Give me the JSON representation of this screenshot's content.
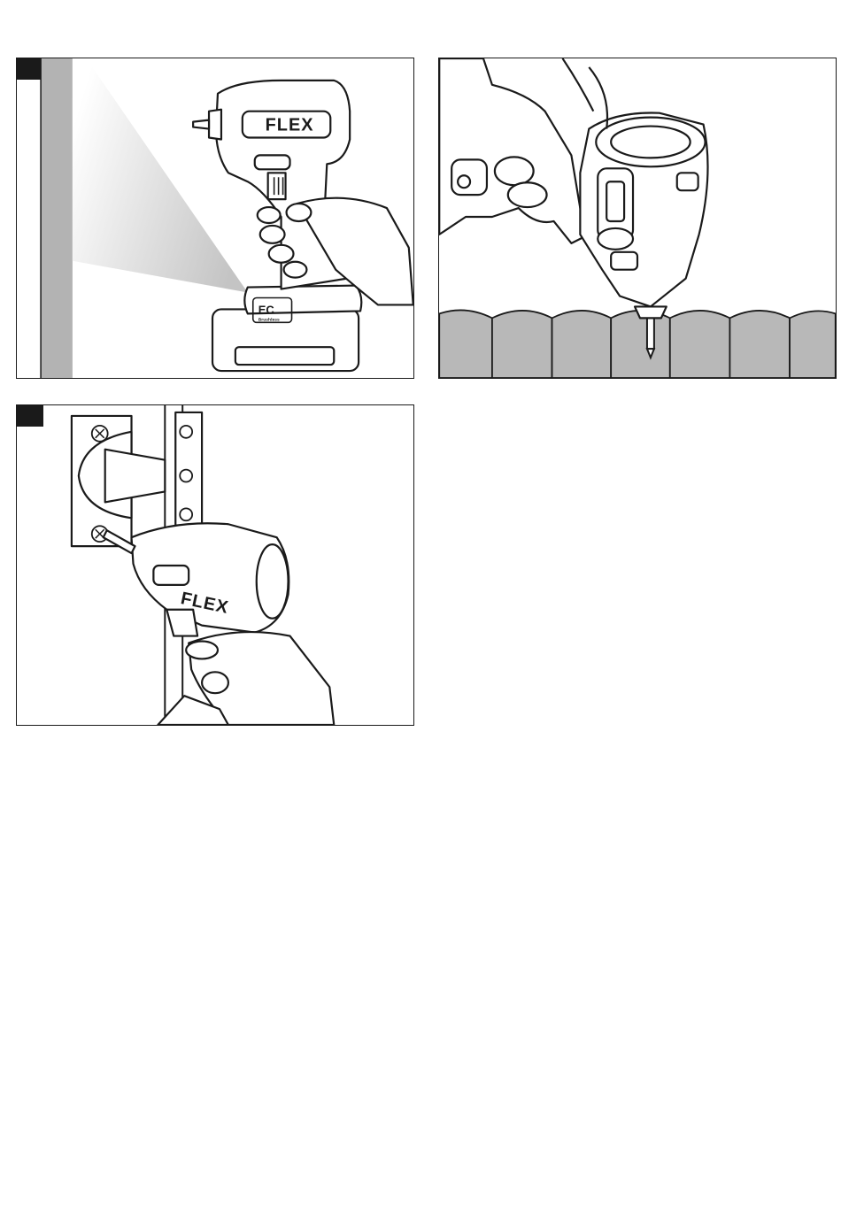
{
  "figures": [
    {
      "id": "fig1",
      "brand": "FLEX",
      "badge_main": "EC",
      "badge_sub": "Brushless"
    },
    {
      "id": "fig2"
    },
    {
      "id": "fig3",
      "brand": "FLEX"
    }
  ],
  "colors": {
    "line": "#1a1a1a",
    "tab": "#1a1a1a",
    "wall_grey": "#b3b3b3",
    "fence_grey": "#b8b8b8",
    "light_beam": "#cfcfcf"
  }
}
